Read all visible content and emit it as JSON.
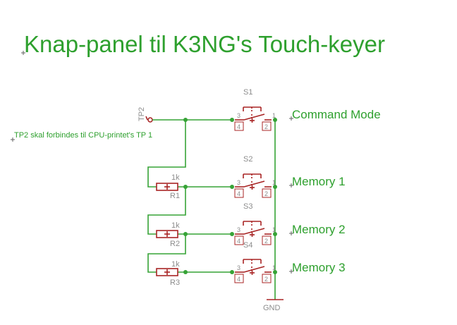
{
  "title": "Knap-panel til K3NG's Touch-keyer",
  "note": "TP2 skal forbindes til CPU-printet's TP 1",
  "testpoint": {
    "name": "TP2"
  },
  "switches": [
    {
      "name": "S1",
      "pin1": "1",
      "pin2": "2",
      "pin3": "3",
      "pin4": "4",
      "label": "Command Mode"
    },
    {
      "name": "S2",
      "pin1": "1",
      "pin2": "2",
      "pin3": "3",
      "pin4": "4",
      "label": "Memory 1"
    },
    {
      "name": "S3",
      "pin1": "1",
      "pin2": "2",
      "pin3": "3",
      "pin4": "4",
      "label": "Memory 2"
    },
    {
      "name": "S4",
      "pin1": "1",
      "pin2": "2",
      "pin3": "3",
      "pin4": "4",
      "label": "Memory 3"
    }
  ],
  "resistors": [
    {
      "name": "R1",
      "value": "1k"
    },
    {
      "name": "R2",
      "value": "1k"
    },
    {
      "name": "R3",
      "value": "1k"
    }
  ],
  "ground": {
    "name": "GND"
  },
  "colors": {
    "wire": "#36a336",
    "part": "#a82424",
    "label": "#2ea02e",
    "name": "#8c8c8c"
  }
}
